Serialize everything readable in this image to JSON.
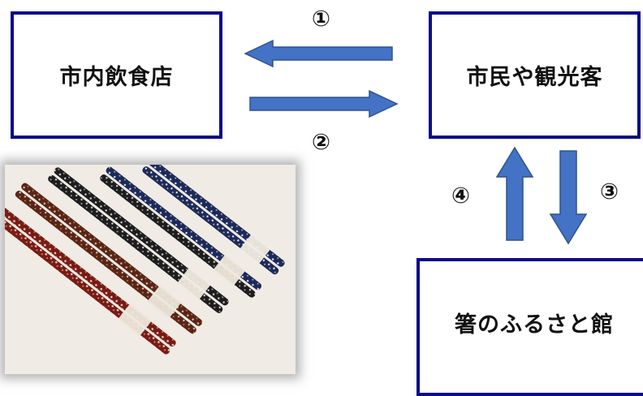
{
  "nodes": {
    "restaurants": "市内飲食店",
    "citizens": "市民や観光客",
    "museum": "箸のふるさと館"
  },
  "steps": {
    "step1": "①",
    "step2": "②",
    "step3": "③",
    "step4": "④"
  },
  "colors": {
    "box_border": "#0a0a8a",
    "arrow_fill": "#4472c4",
    "arrow_stroke": "#2f528f"
  },
  "photo": {
    "subject": "lacquered chopsticks"
  }
}
